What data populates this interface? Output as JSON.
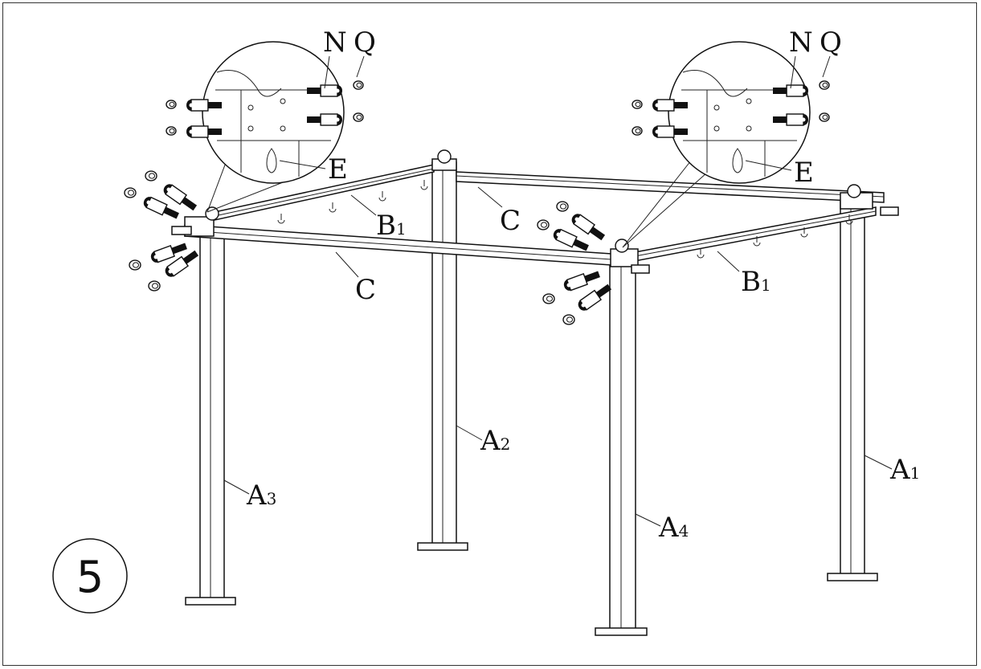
{
  "step_number": "5",
  "labels": {
    "n": "N",
    "q": "Q",
    "e": "E",
    "b": "B",
    "b_sub": "1",
    "c": "C",
    "a": "A",
    "a1_sub": "1",
    "a2_sub": "2",
    "a3_sub": "3",
    "a4_sub": "4"
  },
  "colors": {
    "line": "#111111",
    "background": "#ffffff"
  }
}
